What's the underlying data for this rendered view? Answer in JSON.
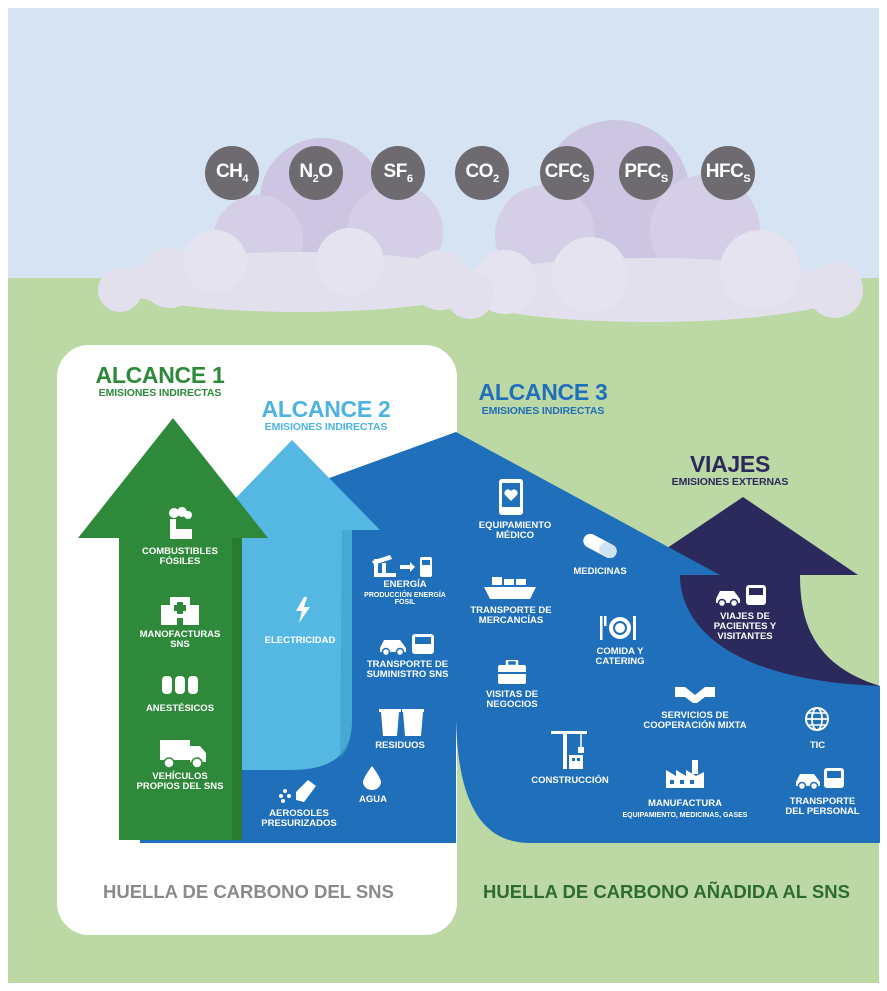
{
  "gases": [
    {
      "base": "CH",
      "sub": "4"
    },
    {
      "base": "N",
      "sub": "2",
      "tail": "O"
    },
    {
      "base": "SF",
      "sub": "6"
    },
    {
      "base": "CO",
      "sub": "2"
    },
    {
      "base": "CFC",
      "sub": "S"
    },
    {
      "base": "PFC",
      "sub": "S"
    },
    {
      "base": "HFC",
      "sub": "S"
    }
  ],
  "scope1": {
    "title": "ALCANCE 1",
    "subtitle": "EMISIONES INDIRECTAS",
    "items": [
      {
        "label": "COMBUSTIBLES FÓSILES"
      },
      {
        "label": "MANOFACTURAS SNS"
      },
      {
        "label": "ANESTÉSICOS"
      },
      {
        "label": "VEHÍCULOS PROPIOS DEL SNS"
      }
    ]
  },
  "scope2": {
    "title": "ALCANCE 2",
    "subtitle": "EMISIONES INDIRECTAS",
    "items": [
      {
        "label": "ELECTRICIDAD"
      }
    ]
  },
  "scope3": {
    "title": "ALCANCE 3",
    "subtitle": "EMISIONES INDIRECTAS",
    "items": [
      {
        "label": "ENERGÍA",
        "sublabel": "PRODUCCIÓN ENERGÍA FOSIL"
      },
      {
        "label": "TRANSPORTE DE SUMINISTRO SNS"
      },
      {
        "label": "RESIDUOS"
      },
      {
        "label": "AGUA"
      },
      {
        "label": "AEROSOLES PRESURIZADOS"
      },
      {
        "label": "EQUIPAMIENTO MÉDICO"
      },
      {
        "label": "MEDICINAS"
      },
      {
        "label": "TRANSPORTE DE MERCANCÍAS"
      },
      {
        "label": "COMIDA Y CATERING"
      },
      {
        "label": "VISITAS DE NEGOCIOS"
      },
      {
        "label": "SERVICIOS DE COOPERACIÓN MIXTA"
      },
      {
        "label": "TIC"
      },
      {
        "label": "CONSTRUCCIÓN"
      },
      {
        "label": "MANUFACTURA",
        "sublabel": "EQUIPAMIENTO, MEDICINAS, GASES"
      },
      {
        "label": "TRANSPORTE DEL PERSONAL"
      }
    ]
  },
  "travel": {
    "title": "VIAJES",
    "subtitle": "EMISIONES EXTERNAS",
    "items": [
      {
        "label": "VIAJES DE PACIENTES Y VISITANTES"
      }
    ]
  },
  "footer": {
    "left": "HUELLA DE CARBONO DEL SNS",
    "right": "HUELLA DE CARBONO AÑADIDA AL SNS"
  },
  "colors": {
    "sky": "#d5e3f3",
    "ground": "#bcd8a4",
    "cloud": "#e3e0ee",
    "cloud_dark": "#cdc6e2",
    "gas": "#6d6b6f",
    "scope1": "#2e8a3a",
    "scope2": "#55b8e2",
    "scope3": "#1f6fba",
    "travel": "#2c2a5c",
    "scope1_text": "#2e8a3a",
    "scope2_text": "#4db3e0",
    "scope3_text": "#1f6fba",
    "travel_text": "#2c2a5c",
    "footer_left": "#8a8a8a",
    "footer_right": "#2e6b2e"
  }
}
